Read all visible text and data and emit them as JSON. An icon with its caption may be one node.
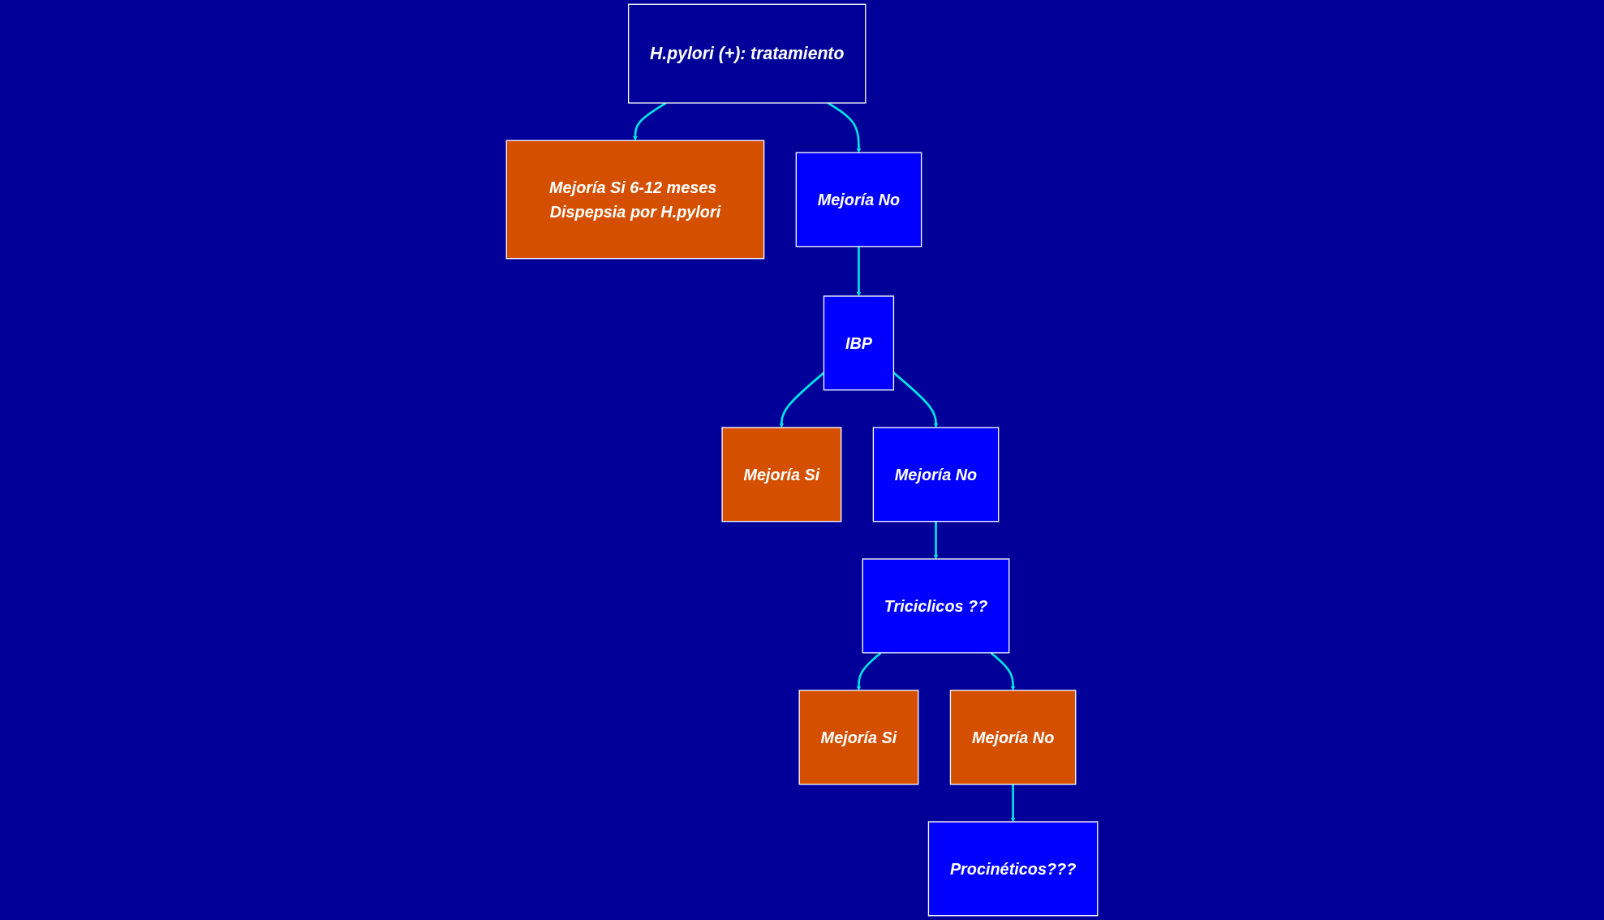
{
  "diagram": {
    "nodes": [
      {
        "text": [
          "H.pylori (+): tratamiento"
        ]
      },
      {
        "text": [
          "Mejoría Si 6-12 meses Dispepsia por H.pylori"
        ]
      },
      {
        "text": [
          "Mejoría No"
        ]
      },
      {
        "text": [
          "IBP"
        ]
      },
      {
        "text": [
          "Mejoría Si"
        ]
      },
      {
        "text": [
          "Mejoría No"
        ]
      },
      {
        "text": [
          "Triciclicos ??"
        ]
      },
      {
        "text": [
          "Mejoría Si"
        ]
      },
      {
        "text": [
          "Mejoría No"
        ]
      },
      {
        "text": [
          "Procinéticos???"
        ]
      }
    ],
    "edges": [
      {
        "from": 0,
        "to": 1,
        "arrow": "to"
      },
      {
        "from": 0,
        "to": 2,
        "arrow": "to"
      },
      {
        "from": 2,
        "to": 3,
        "arrow": "to"
      },
      {
        "from": 3,
        "to": 4,
        "arrow": "to"
      },
      {
        "from": 3,
        "to": 5,
        "arrow": "to"
      },
      {
        "from": 5,
        "to": 6,
        "arrow": "to"
      },
      {
        "from": 6,
        "to": 7,
        "arrow": "to"
      },
      {
        "from": 6,
        "to": 8,
        "arrow": "to"
      },
      {
        "from": 8,
        "to": 9,
        "arrow": "to"
      }
    ]
  }
}
